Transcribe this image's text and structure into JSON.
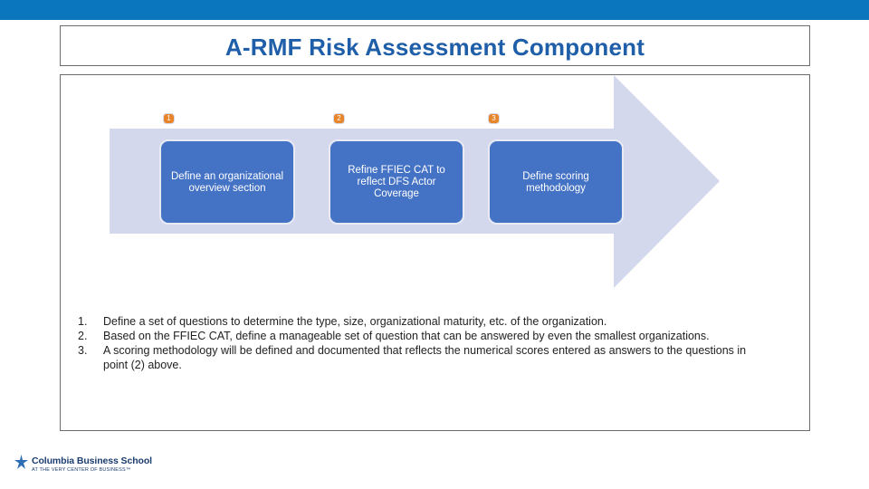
{
  "colors": {
    "top_bar": "#0a76bd",
    "title": "#1f5ea8",
    "arrow": "#d3d8ed",
    "card": "#4472c4",
    "step_number": "#e8852b"
  },
  "title": "A-RMF Risk Assessment Component",
  "steps": [
    {
      "number": "1",
      "text": "Define an organizational overview section"
    },
    {
      "number": "2",
      "text": "Refine FFIEC CAT to reflect DFS Actor Coverage"
    },
    {
      "number": "3",
      "text": "Define scoring methodology"
    }
  ],
  "notes": [
    {
      "number": "1.",
      "text": "Define a set of questions to determine the type, size, organizational maturity, etc. of the organization."
    },
    {
      "number": "2.",
      "text": "Based on the FFIEC CAT, define a manageable set of question that can be answered by even the smallest organizations."
    },
    {
      "number": "3.",
      "text": "A scoring methodology will be defined and documented that reflects the numerical scores entered as answers to the questions in point (2) above."
    }
  ],
  "logo": {
    "icon": "columbia-crown-icon",
    "name": "Columbia Business School",
    "tagline": "AT THE VERY CENTER OF BUSINESS™"
  }
}
